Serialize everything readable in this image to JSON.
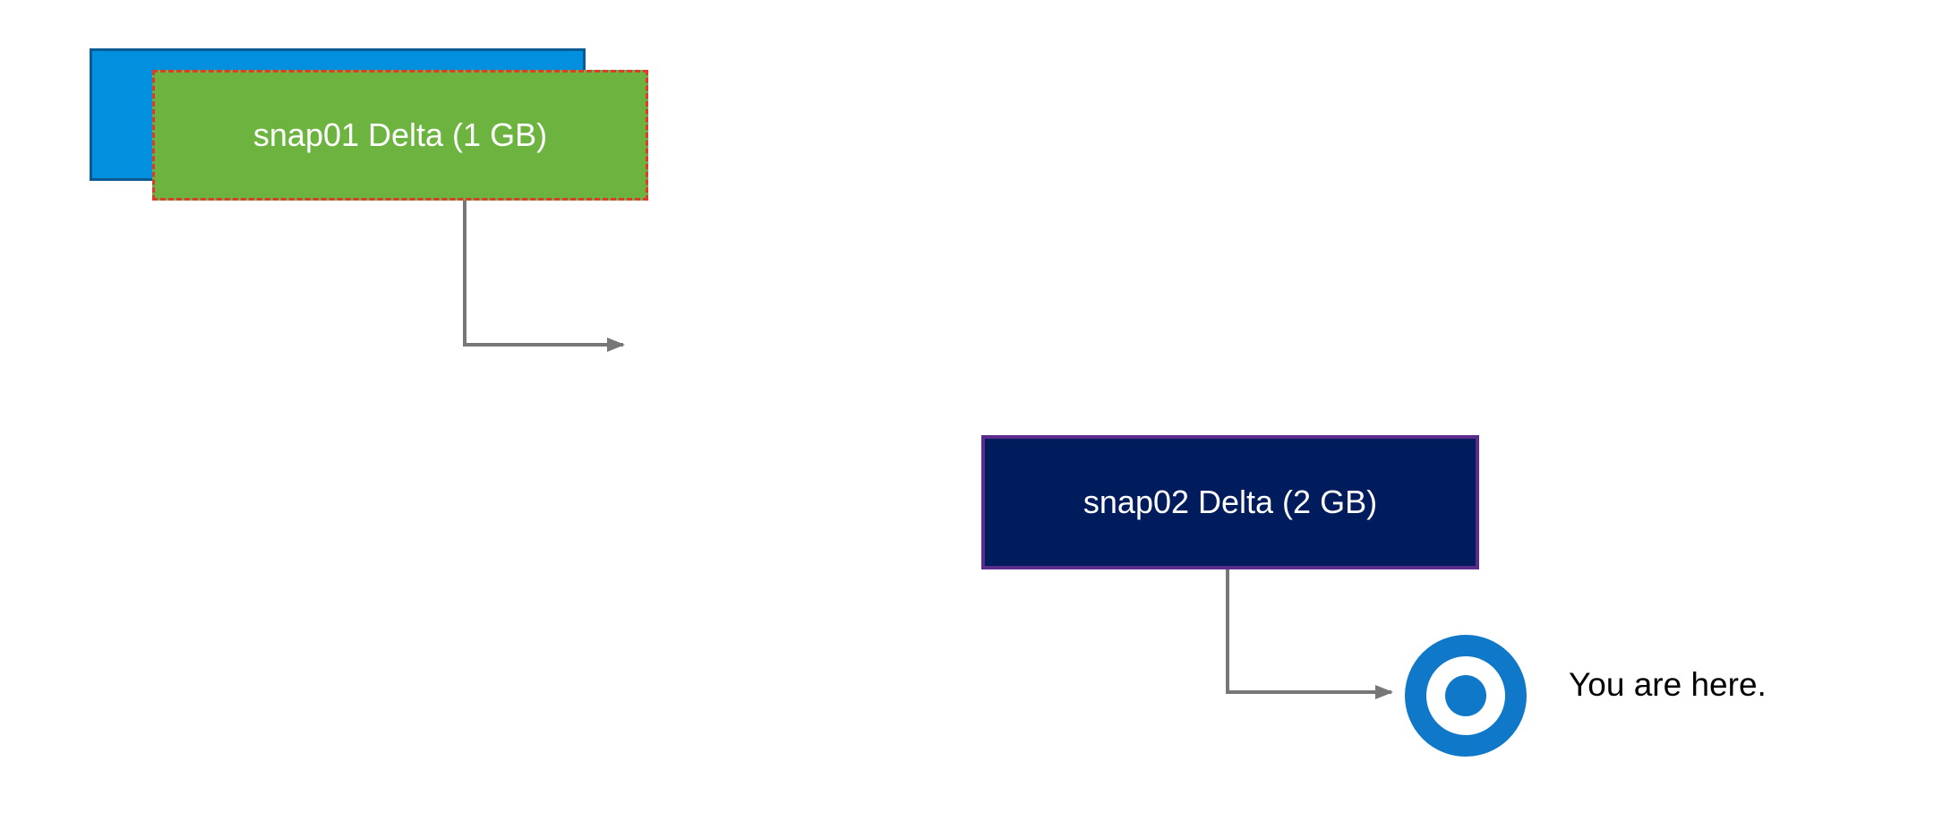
{
  "colors": {
    "base_disk_fill": "#0090dd",
    "snap01_fill": "#6db33f",
    "snap02_fill": "#001c5c",
    "connector": "#777777",
    "marker": "#0f78c8"
  },
  "nodes": {
    "base_disk": {
      "label": ""
    },
    "snap01": {
      "label": "snap01 Delta (1 GB)"
    },
    "snap02": {
      "label": "snap02 Delta (2 GB)"
    }
  },
  "current_position": {
    "icon": "target-icon",
    "label": "You are here."
  }
}
